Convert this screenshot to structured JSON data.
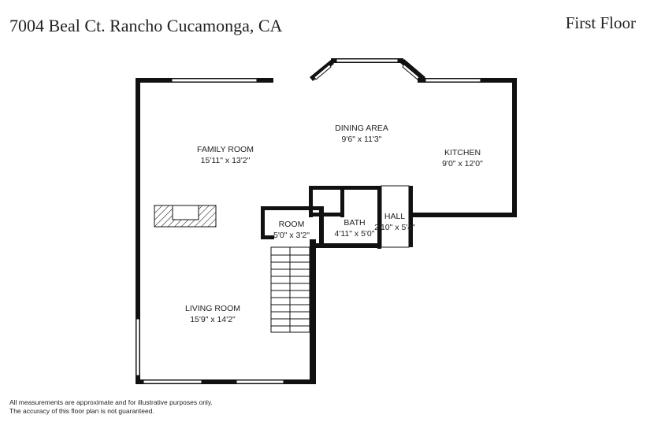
{
  "header": {
    "address": "7004 Beal Ct. Rancho Cucamonga, CA",
    "floor": "First Floor"
  },
  "rooms": [
    {
      "name": "DINING AREA",
      "dims": "9'6\" x 11'3\""
    },
    {
      "name": "FAMILY ROOM",
      "dims": "15'11\" x 13'2\""
    },
    {
      "name": "KITCHEN",
      "dims": "9'0\" x 12'0\""
    },
    {
      "name": "HALL",
      "dims": "2'10\" x 5'4\""
    },
    {
      "name": "ROOM",
      "dims": "5'0\" x 3'2\""
    },
    {
      "name": "BATH",
      "dims": "4'11\" x 5'0\""
    },
    {
      "name": "LIVING ROOM",
      "dims": "15'9\" x 14'2\""
    }
  ],
  "disclaimer": {
    "line1": "All measurements are approximate and for illustrative purposes only.",
    "line2": "The accuracy of this floor plan is not guaranteed."
  }
}
